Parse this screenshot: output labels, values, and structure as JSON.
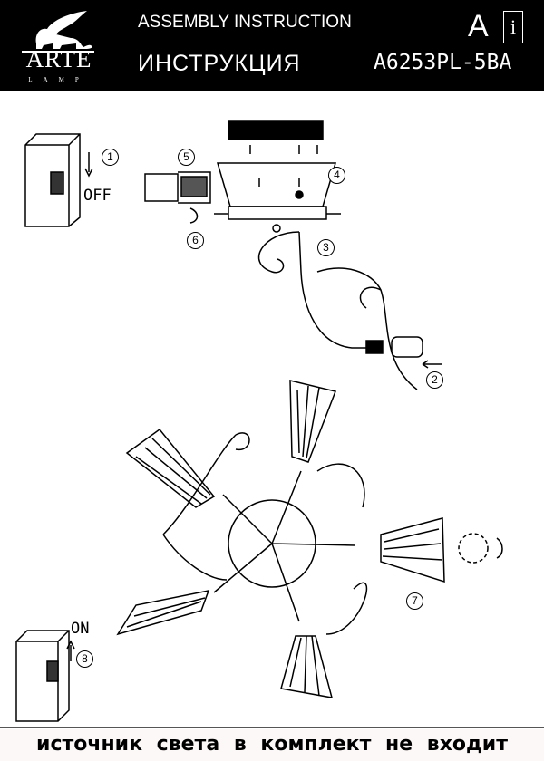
{
  "header": {
    "brand": "ARTE",
    "brand_sub": "LAMP",
    "title_en": "ASSEMBLY INSTRUCTION",
    "title_ru": "ИНСТРУКЦИЯ",
    "language": "A",
    "info_icon": "i",
    "model": "A6253PL-5BA"
  },
  "diagram": {
    "off_label": "OFF",
    "on_label": "ON",
    "steps": [
      "1",
      "2",
      "3",
      "4",
      "5",
      "6",
      "7",
      "8"
    ]
  },
  "footer": {
    "note": "источник света в комплект не входит"
  }
}
